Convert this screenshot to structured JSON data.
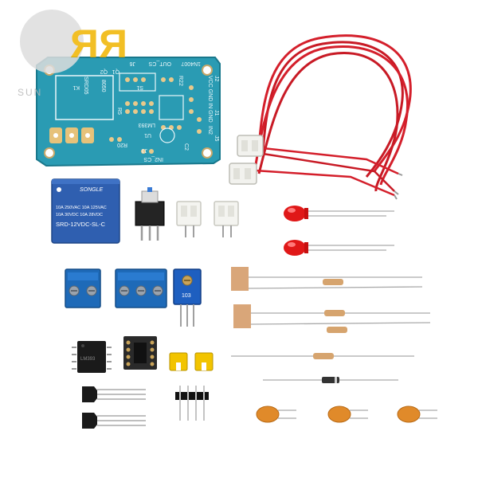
{
  "watermark": {
    "logo_letters": "RR",
    "sub_text": "SUN"
  },
  "pcb": {
    "silkscreen": {
      "j6": "J6",
      "out_cs": "OUT_CS",
      "vcc_gnd": "VCC GND IN GND",
      "j2": "J2",
      "j1": "J1",
      "j5": "J5",
      "in2": "IN2",
      "lm393": "LM393",
      "u1": "U1",
      "q1": "Q1",
      "q2": "Q2",
      "k1": "K1",
      "n4007": "1N4007",
      "s1": "S1",
      "r20": "R20",
      "j3": "J3",
      "in2_cs": "IN2_CS",
      "c2": "C2",
      "r22": "R22",
      "r5": "R5",
      "p8050": "8050",
      "relay_side": "SRD05"
    }
  },
  "relay": {
    "brand": "SONGLE",
    "line1": "10A 250VAC  10A 125VAC",
    "line2": "10A 30VDC  10A 28VDC",
    "model": "SRD-12VDC-SL-C"
  },
  "trimmer": {
    "label": "103"
  },
  "ic": {
    "label": "LM393"
  },
  "colors": {
    "pcb": "#1f8fa8",
    "relay": "#2f5fb0",
    "terminal": "#1e6ab8",
    "wire": "#d0202a",
    "led": "#e01818",
    "jumper": "#f2c400",
    "capacitor": "#e08a2a"
  }
}
